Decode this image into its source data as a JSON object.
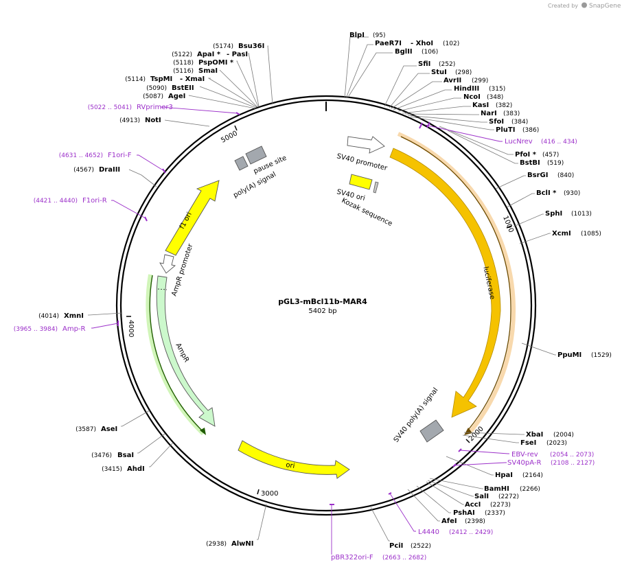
{
  "header": {
    "created_by": "Created by",
    "brand": "SnapGene"
  },
  "plasmid": {
    "name": "pGL3-mBcl11b-MAR4",
    "length": "5402 bp",
    "tick_labels": [
      "1000",
      "2000",
      "3000",
      "4000",
      "5000"
    ]
  },
  "enzymes": [
    {
      "name": "BlpI",
      "pos": "(95)"
    },
    {
      "name": "PaeR7I",
      "alt": "- XhoI",
      "pos": "(102)"
    },
    {
      "name": "BglII",
      "pos": "(106)"
    },
    {
      "name": "SfiI",
      "pos": "(252)"
    },
    {
      "name": "StuI",
      "pos": "(298)"
    },
    {
      "name": "AvrII",
      "pos": "(299)"
    },
    {
      "name": "HindIII",
      "pos": "(315)"
    },
    {
      "name": "NcoI",
      "pos": "(348)"
    },
    {
      "name": "KasI",
      "pos": "(382)"
    },
    {
      "name": "NarI",
      "pos": "(383)"
    },
    {
      "name": "SfoI",
      "pos": "(384)"
    },
    {
      "name": "PluTI",
      "pos": "(386)"
    },
    {
      "name": "PfoI *",
      "pos": "(457)"
    },
    {
      "name": "BstBI",
      "pos": "(519)"
    },
    {
      "name": "BsrGI",
      "pos": "(840)"
    },
    {
      "name": "BclI *",
      "pos": "(930)"
    },
    {
      "name": "SphI",
      "pos": "(1013)"
    },
    {
      "name": "XcmI",
      "pos": "(1085)"
    },
    {
      "name": "PpuMI",
      "pos": "(1529)"
    },
    {
      "name": "XbaI",
      "pos": "(2004)"
    },
    {
      "name": "FseI",
      "pos": "(2023)"
    },
    {
      "name": "HpaI",
      "pos": "(2164)"
    },
    {
      "name": "BamHI",
      "pos": "(2266)"
    },
    {
      "name": "SalI",
      "pos": "(2272)"
    },
    {
      "name": "AccI",
      "pos": "(2273)"
    },
    {
      "name": "PshAI",
      "pos": "(2337)"
    },
    {
      "name": "AfeI",
      "pos": "(2398)"
    },
    {
      "name": "PciI",
      "pos": "(2522)"
    },
    {
      "name": "AlwNI",
      "pos": "(2938)"
    },
    {
      "name": "AhdI",
      "pos": "(3415)"
    },
    {
      "name": "BsaI",
      "pos": "(3476)"
    },
    {
      "name": "AseI",
      "pos": "(3587)"
    },
    {
      "name": "XmnI",
      "pos": "(4014)"
    },
    {
      "name": "NotI",
      "pos": "(4913)"
    },
    {
      "name": "AgeI",
      "pos": "(5087)"
    },
    {
      "name": "BstEII",
      "pos": "(5090)"
    },
    {
      "name": "TspMI",
      "alt": "- XmaI",
      "pos": "(5114)"
    },
    {
      "name": "SmaI",
      "pos": "(5116)"
    },
    {
      "name": "PspOMI *",
      "pos": "(5118)"
    },
    {
      "name": "ApaI *",
      "alt": "- PasI",
      "pos": "(5122)"
    },
    {
      "name": "Bsu36I",
      "pos": "(5174)"
    },
    {
      "name": "DraIII",
      "pos": "(4567)"
    }
  ],
  "primers": [
    {
      "name": "LucNrev",
      "range": "(416 .. 434)"
    },
    {
      "name": "EBV-rev",
      "range": "(2054 .. 2073)"
    },
    {
      "name": "SV40pA-R",
      "range": "(2108 .. 2127)"
    },
    {
      "name": "L4440",
      "range": "(2412 .. 2429)"
    },
    {
      "name": "pBR322ori-F",
      "range": "(2663 .. 2682)"
    },
    {
      "name": "Amp-R",
      "range": "(3965 .. 3984)"
    },
    {
      "name": "F1ori-R",
      "range": "(4421 .. 4440)"
    },
    {
      "name": "F1ori-F",
      "range": "(4631 .. 4652)"
    },
    {
      "name": "RVprimer3",
      "range": "(5022 .. 5041)"
    }
  ],
  "features": {
    "sv40_promoter": "SV40 promoter",
    "sv40_ori": "SV40 ori",
    "kozak": "Kozak sequence",
    "luciferase": "luciferase",
    "sv40_polya": "SV40 poly(A) signal",
    "ori": "ori",
    "ampr": "AmpR",
    "ampr_promoter": "AmpR promoter",
    "f1_ori": "f1 ori",
    "pause_site": "pause site",
    "polya_signal": "poly(A) signal"
  },
  "colors": {
    "luciferase": "#f5c200",
    "yellow_feature": "#ffff00",
    "ampr": "#ccf8cc",
    "grey_feature": "#a3a8ae",
    "primer": "#9b2fc9",
    "backbone": "#000000"
  }
}
